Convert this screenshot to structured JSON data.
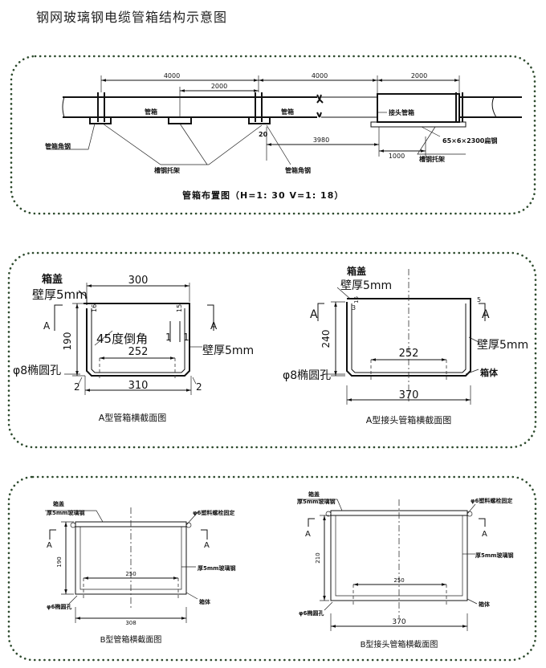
{
  "title": "钢网玻璃钢电缆管箱结构示意图",
  "layout_panel": {
    "caption": "管箱布置图（H=1: 30 V=1: 18）",
    "dims": {
      "d1": "4000",
      "d2": "2000",
      "d3": "4000",
      "d4": "2000",
      "d5": "3980",
      "d6": "1000",
      "d7": "20"
    },
    "labels": {
      "box1": "管箱",
      "box2": "管箱",
      "joint_box": "接头管箱",
      "angle_steel_left": "管箱角钢",
      "channel_bracket": "槽钢托架",
      "angle_steel_right": "管箱角钢",
      "flat_steel": "65×6×2300扁钢",
      "channel_bracket_right": "槽钢托架"
    }
  },
  "a_type": {
    "caption": "A型管箱横截面图",
    "lid": "箱盖",
    "wall": "壁厚5mm",
    "wall_right": "壁厚5mm",
    "top_width": "300",
    "height": "190",
    "chamfer": "45度倒角",
    "inner_width": "252",
    "outer_width": "310",
    "hole": "φ8椭圆孔",
    "small16": "16",
    "small15": "15",
    "one_a": "1",
    "one_b": "1",
    "two_a": "2",
    "two_b": "2",
    "sec_a1": "A",
    "sec_a2": "A"
  },
  "a_joint": {
    "caption": "A型接头管箱横截面图",
    "lid": "箱盖",
    "wall": "壁厚5mm",
    "wall_right": "壁厚5mm",
    "height": "240",
    "inner_width": "252",
    "outer_width": "370",
    "hole": "φ8椭圆孔",
    "body": "箱体",
    "small16": "16",
    "small3": "3",
    "small5": "5",
    "sec_a1": "A",
    "sec_a2": "A"
  },
  "b_type": {
    "caption": "B型管箱横截面图",
    "lid": "箱盖",
    "lid_wall": "厚5mm玻璃钢",
    "bolt": "φ6塑料螺栓固定",
    "wall": "厚5mm玻璃钢",
    "height": "190",
    "inner_width": "250",
    "outer_width": "308",
    "hole": "φ6椭圆孔",
    "body": "箱体",
    "sec_a1": "A",
    "sec_a2": "A"
  },
  "b_joint": {
    "caption": "B型接头管箱横截面图",
    "lid": "箱盖",
    "lid_wall": "厚5mm玻璃钢",
    "bolt": "φ6塑料螺栓固定",
    "wall": "厚5mm玻璃钢",
    "height": "210",
    "inner_width": "250",
    "outer_width": "370",
    "hole": "φ6椭圆孔",
    "body": "箱体",
    "sec_a1": "A",
    "sec_a2": "A"
  }
}
